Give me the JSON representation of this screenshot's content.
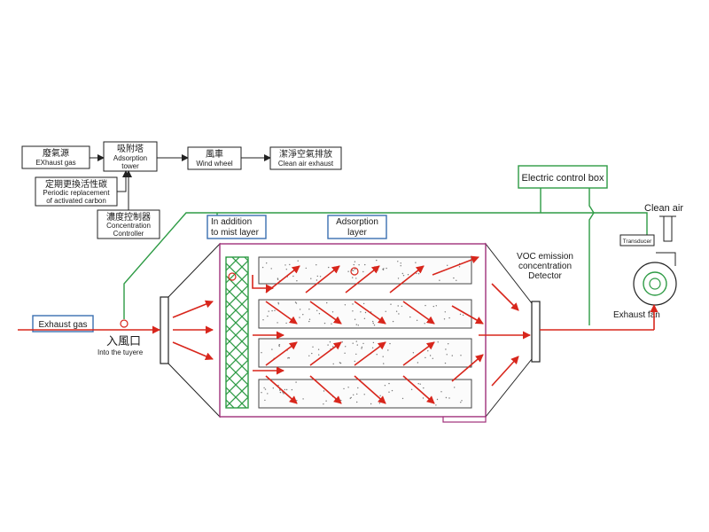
{
  "flow": {
    "source": {
      "zh": "廢氣源",
      "en": "EXhaust gas"
    },
    "tower": {
      "zh": "吸附塔",
      "en1": "Adsorption",
      "en2": "tower"
    },
    "fan": {
      "zh": "風車",
      "en": "Wind wheel"
    },
    "clean": {
      "zh": "潔淨空氣排放",
      "en": "Clean air exhaust"
    },
    "replace": {
      "zh": "定期更換活性碳",
      "en1": "Periodic replacement",
      "en2": "of activated carbon"
    },
    "controller": {
      "zh": "濃度控制器",
      "en1": "Concentration",
      "en2": "Controller"
    }
  },
  "labels": {
    "electric_box": "Electric control box",
    "clean_air": "Clean air",
    "transducer": "Transducer",
    "mist1": "In addition",
    "mist2": "to mist layer",
    "ads1": "Adsorption",
    "ads2": "layer",
    "voc1": "VOC emission",
    "voc2": "concentration",
    "voc3": "Detector",
    "exhaust_fan": "Exhaust fan",
    "exhaust_gas": "Exhaust gas",
    "inlet_zh": "入風口",
    "inlet_en": "Into the tuyere"
  },
  "colors": {
    "flow_arrow": "#d8261c",
    "signal_line": "#2e9b45",
    "housing": "#a0307a",
    "mist_layer": "#2e9b45",
    "label_box": "#3a6fb0"
  }
}
